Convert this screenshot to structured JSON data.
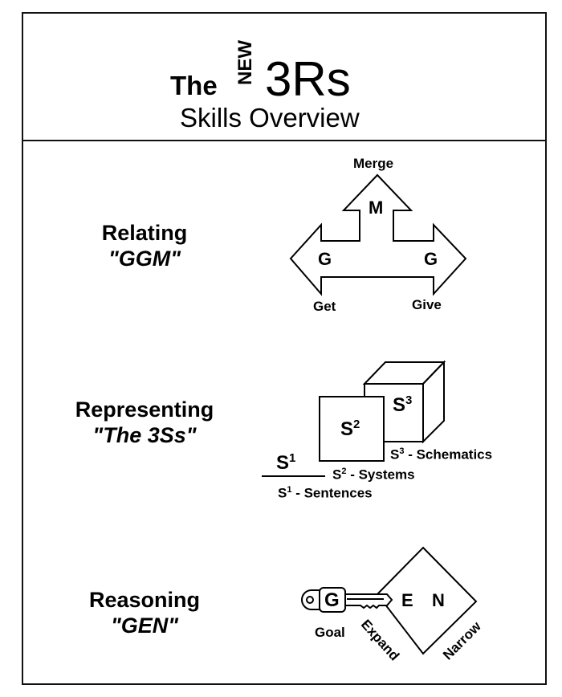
{
  "header": {
    "the": "The",
    "new": "NEW",
    "title": "3Rs",
    "subtitle": "Skills Overview"
  },
  "sections": [
    {
      "name": "Relating",
      "abbr": "\"GGM\"",
      "labels": {
        "merge": "Merge",
        "m": "M",
        "g_left": "G",
        "g_right": "G",
        "get": "Get",
        "give": "Give"
      }
    },
    {
      "name": "Representing",
      "abbr": "\"The 3Ss\"",
      "labels": {
        "s": "S",
        "s1_sup": "1",
        "s2_sup": "2",
        "s3_sup": "3",
        "schematics": "- Schematics",
        "systems": "- Systems",
        "sentences": "- Sentences"
      }
    },
    {
      "name": "Reasoning",
      "abbr": "\"GEN\"",
      "labels": {
        "g": "G",
        "e": "E",
        "n": "N",
        "goal": "Goal",
        "expand": "Expand",
        "narrow": "Narrow"
      }
    }
  ]
}
